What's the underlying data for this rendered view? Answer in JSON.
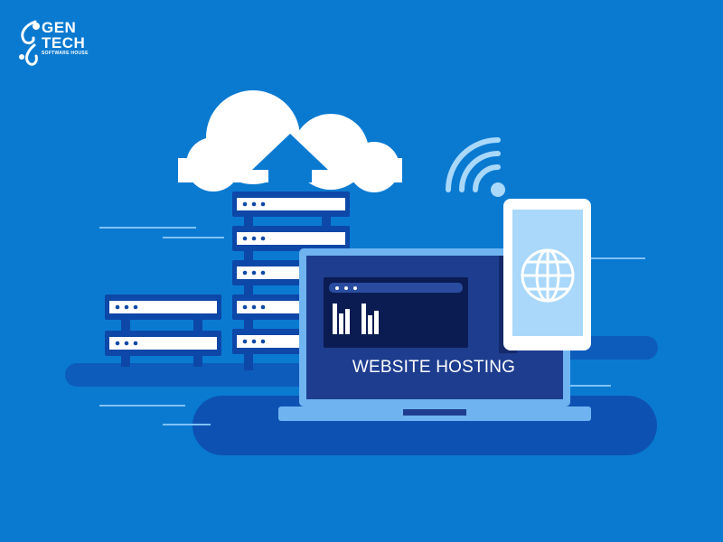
{
  "brand": {
    "line1": "GEN",
    "line2": "TECH",
    "tagline": "SOFTWARE HOUSE"
  },
  "hero": {
    "label": "WEBSITE HOSTING"
  },
  "icons": [
    "cloud-upload-icon",
    "server-rack-icon",
    "wifi-icon",
    "globe-icon",
    "laptop-icon",
    "smartphone-icon",
    "bar-chart-icon"
  ],
  "colors": {
    "background": "#0a7ad1",
    "dark_blue": "#0d47a8",
    "navy": "#1b2a6b",
    "screen": "#1e3d8f",
    "light_blue": "#6fb4f0",
    "white": "#ffffff"
  }
}
